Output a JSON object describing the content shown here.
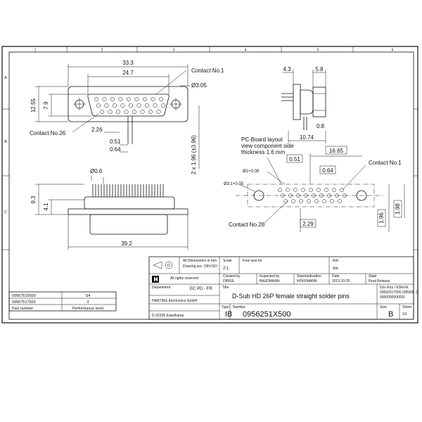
{
  "grid": {
    "cols": [
      "1",
      "2",
      "3",
      "4",
      "5",
      "6"
    ],
    "rows": [
      "A",
      "B",
      "C"
    ]
  },
  "front_view": {
    "dim_33_3": "33.3",
    "dim_24_7": "24.7",
    "dim_12_55": "12.55",
    "dim_7_9": "7.9",
    "dim_2_26": "2.26",
    "dim_0_51": "0.51",
    "dim_0_64": "0.64",
    "dim_hole": "Ø3.05",
    "contact1": "Contact No.1",
    "contact26": "Contact No.26",
    "pitch_label": "2 x 1.96 (±3.96)"
  },
  "side_view": {
    "dim_4_3": "4.3",
    "dim_5_8": "5.8",
    "dim_0_8": "0.8",
    "dim_10_74": "10.74"
  },
  "bottom_view": {
    "dim_pin": "Ø0.6",
    "dim_9_3": "9.3",
    "dim_4_1": "4.1",
    "dim_39_2": "39.2"
  },
  "pcb_layout": {
    "title_1": "PC-Board layout",
    "title_2": "view component side",
    "title_3": "thickness 1.6 mm",
    "dim_16_65": "16.65",
    "dim_0_51": "0.51",
    "dim_0_64": "0.64",
    "dim_pad": "Ø1+0.08",
    "dim_hole": "Ø3.1+0.05",
    "dim_2_29": "2.29",
    "dim_1_96": "1.96",
    "dim_1_98": "1.98",
    "contact1": "Contact No.1",
    "contact26": "Contact No.26"
  },
  "parts_table": {
    "rows": [
      {
        "part": "09567515500",
        "level": "S4"
      },
      {
        "part": "09567517500",
        "level": "3"
      }
    ],
    "header_part": "Part number",
    "header_level": "Performance level"
  },
  "title_block": {
    "dims_note_1": "All Dimensions in mm",
    "dims_note_2": "Drawing acc. DIN ISO",
    "scale_label": "Scale",
    "scale_value": "2:1",
    "free_size_label": "Free size tol.",
    "ref_label": "Ref.",
    "ref_value": "Std",
    "created_by_label": "Created by",
    "created_by_value": "D89SE",
    "inspected_label": "Inspected by",
    "inspected_value": "BAUDMANN",
    "standardized_label": "Standardization",
    "standardized_value": "HOFFMANN",
    "date_label": "Date",
    "date_value": "2013-10-25",
    "status_label": "State",
    "status_value": "Final Release",
    "rights": "All rights reserved",
    "department_label": "Department",
    "department_value": "EC PD - FR",
    "company": "HARTING Electronics GmbH",
    "address": "D-32339 Espelkamp",
    "title_label": "Title",
    "title_value": "D-Sub HD 26P female straight solder pins",
    "type_label": "Type",
    "type_value": "IB",
    "number_label": "Number",
    "number_value": "0956251X500",
    "size_label": "Size",
    "size_value": "B",
    "sheet_label": "Sheet",
    "sheet_value": "1/1",
    "doc_key_1": "Doc-Key / ESN-Nr.",
    "doc_key_2": "09562517500 (09569...)",
    "doc_key_3": "0956000000001"
  }
}
